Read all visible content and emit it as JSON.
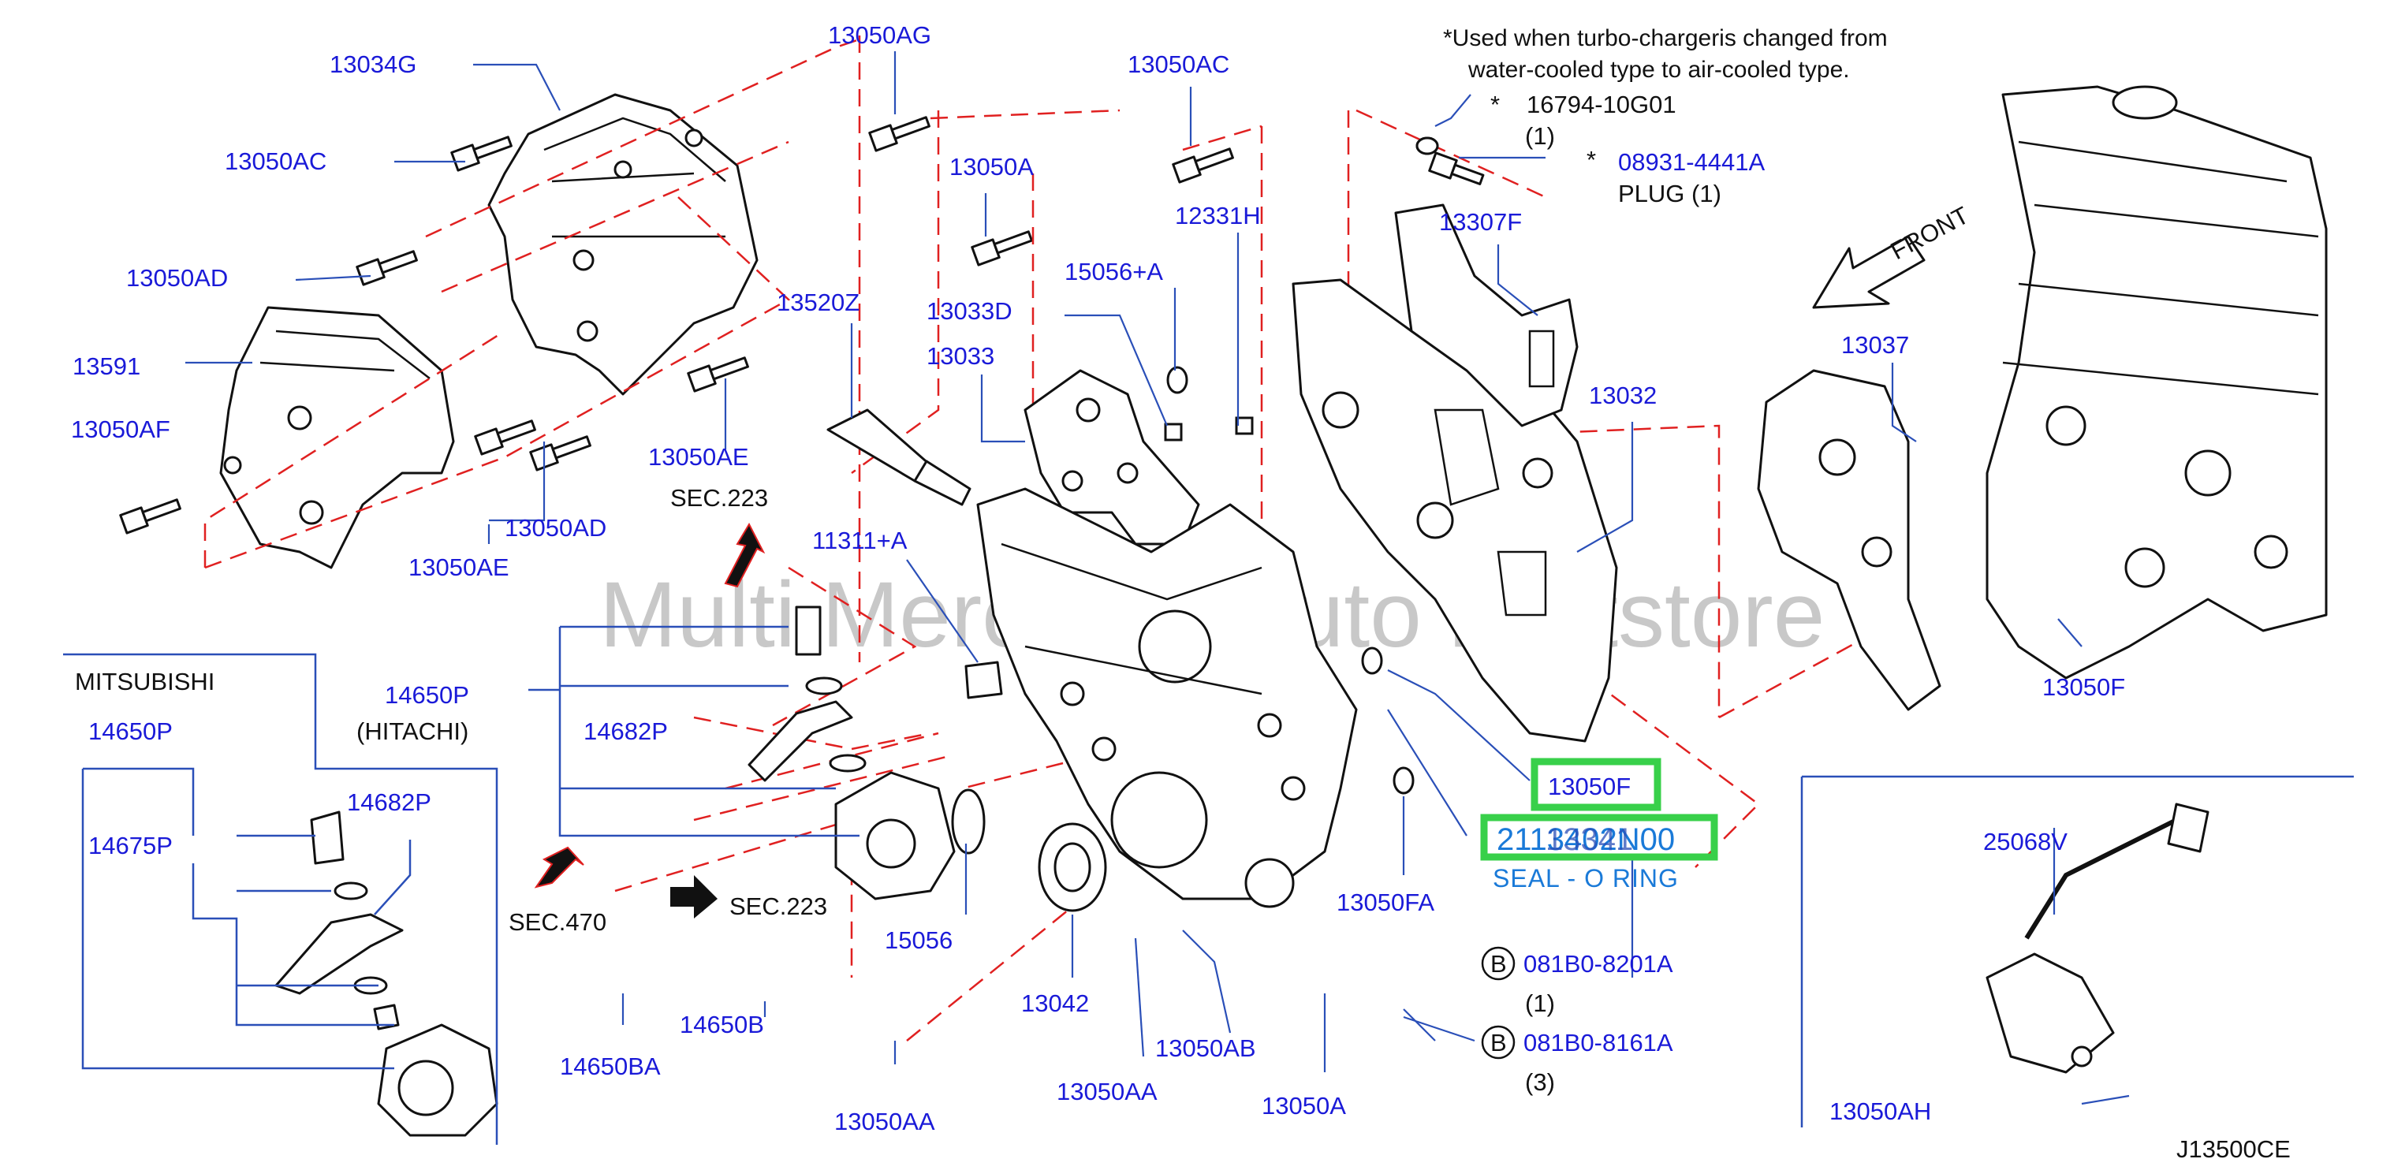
{
  "note": {
    "line1": "*Used   when   turbo-chargeris   changed   from",
    "line2": "water-cooled  type  to  air-cooled  type."
  },
  "labels": {
    "p13034G": "13034G",
    "p13050AC_l": "13050AC",
    "p13050AD_l": "13050AD",
    "p13591": "13591",
    "p13050AF": "13050AF",
    "p13050AG": "13050AG",
    "p13050AC_t": "13050AC",
    "p13050A_t": "13050A",
    "p12331H": "12331H",
    "p15056A": "15056+A",
    "p13033D": "13033D",
    "p13520Z": "13520Z",
    "p13033": "13033",
    "p13050AE_c": "13050AE",
    "p13050AD_c": "13050AD",
    "p13050AE_b": "13050AE",
    "p11311A": "11311+A",
    "p13307F": "13307F",
    "p13032": "13032",
    "p13037": "13037",
    "p13050F_r": "13050F",
    "p13050F_hl": "13050F",
    "p14650P": "14650P",
    "p14682P": "14682P",
    "p14650P_m": "14650P",
    "p14675P": "14675P",
    "p14682P_m": "14682P",
    "p15056": "15056",
    "p13042": "13042",
    "p13050AB": "13050AB",
    "p13050AA_c": "13050AA",
    "p13050AA_l": "13050AA",
    "p13050FA": "13050FA",
    "p13050A_b": "13050A",
    "p14650B": "14650B",
    "p14650BA": "14650BA",
    "p081B0_8201A": "081B0-8201A",
    "p081B0_8161A": "081B0-8161A",
    "p25068V": "25068V",
    "p13050AH": "13050AH",
    "p16794": "16794-10G01",
    "p08931": "08931-4441A"
  },
  "black_labels": {
    "sec223_top": "SEC.223",
    "sec223_bottom": "SEC.223",
    "sec470": "SEC.470",
    "mitsubishi": "MITSUBISHI",
    "hitachi": "(HITACHI)",
    "front": "FRONT",
    "plug": "PLUG   (1)",
    "qty_16794": "(1)",
    "qty_8201": "(1)",
    "qty_8161": "(3)",
    "b1": "B",
    "b2": "B",
    "star1": "*",
    "star2": "*",
    "diagram_code": "J13500CE"
  },
  "highlight": {
    "part_number": "2113402N00",
    "overlay_number": "13341",
    "description": "SEAL - O RING"
  },
  "watermark": "Multi Merchant Auto Partstore",
  "colors": {
    "label_blue": "#1a1ad8",
    "highlight_green": "#38d04a",
    "highlight_text_blue": "#1a7ad8",
    "dash_red": "#e02020",
    "leader_blue": "#2a4fb8"
  }
}
